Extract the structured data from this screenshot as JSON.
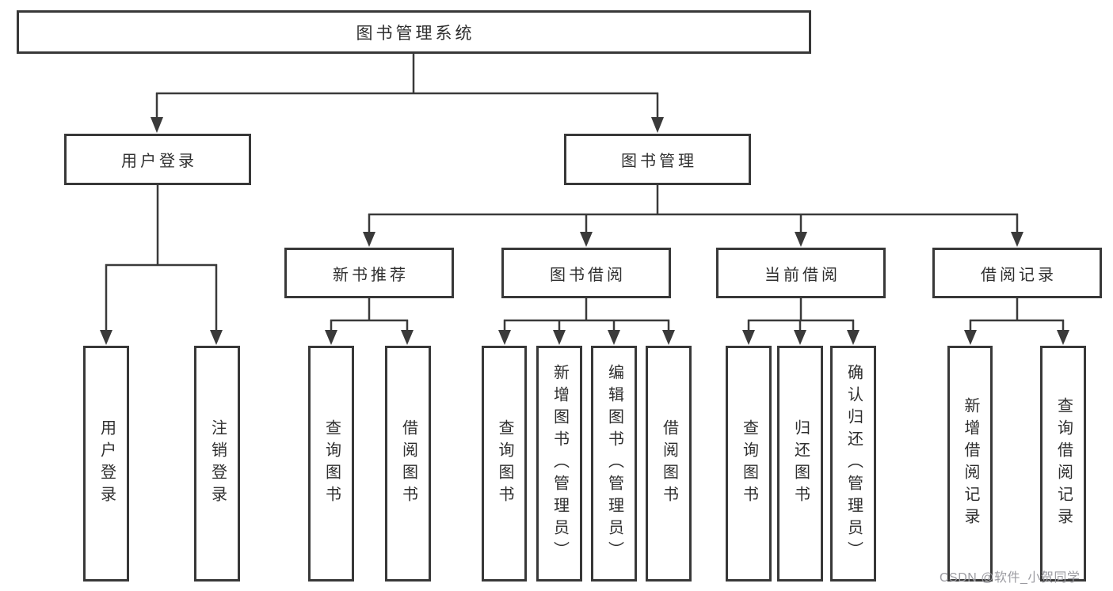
{
  "tree": {
    "root": {
      "label": "图书管理系统"
    },
    "branches": [
      {
        "label": "用户登录",
        "children": [
          {
            "label": "用户登录"
          },
          {
            "label": "注销登录"
          }
        ]
      },
      {
        "label": "图书管理",
        "children": [
          {
            "label": "新书推荐",
            "children": [
              {
                "label": "查询图书"
              },
              {
                "label": "借阅图书"
              }
            ]
          },
          {
            "label": "图书借阅",
            "children": [
              {
                "label": "查询图书"
              },
              {
                "label": "新增图书（管理员）"
              },
              {
                "label": "编辑图书（管理员）"
              },
              {
                "label": "借阅图书"
              }
            ]
          },
          {
            "label": "当前借阅",
            "children": [
              {
                "label": "查询图书"
              },
              {
                "label": "归还图书"
              },
              {
                "label": "确认归还（管理员）"
              }
            ]
          },
          {
            "label": "借阅记录",
            "children": [
              {
                "label": "新增借阅记录"
              },
              {
                "label": "查询借阅记录"
              }
            ]
          }
        ]
      }
    ]
  },
  "watermark": {
    "text": "CSDN @软件_小贺同学",
    "color": "#9b9ba1"
  },
  "colors": {
    "line": "#3a3a3a",
    "box_border": "#383838",
    "text": "#2f2f2f",
    "background": "#ffffff"
  }
}
